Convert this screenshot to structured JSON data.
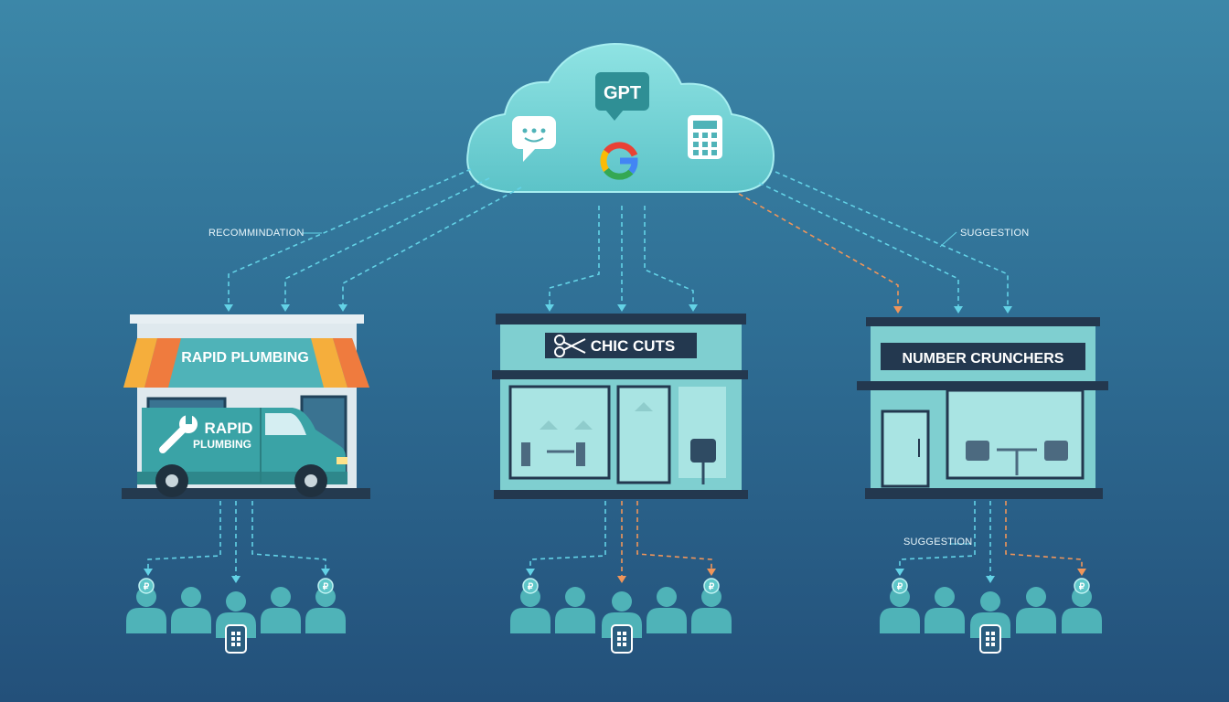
{
  "cloud": {
    "gpt_label": "GPT",
    "icons": [
      "chat-bubble-icon",
      "gpt-icon",
      "google-icon",
      "calculator-icon"
    ]
  },
  "annotations": {
    "recommendation": "RECOMMINDATION",
    "suggestion_top": "SUGGESTION",
    "suggestion_bottom": "SUGGESTION"
  },
  "businesses": [
    {
      "id": "plumbing",
      "sign": "RAPID PLUMBING",
      "van_line1": "RAPID",
      "van_line2": "PLUMBING"
    },
    {
      "id": "salon",
      "sign": "CHIC CUTS"
    },
    {
      "id": "accounting",
      "sign": "NUMBER CRUNCHERS"
    }
  ],
  "colors": {
    "connector_blue": "#63d2e6",
    "connector_orange": "#f0955a",
    "person": "#4fb3b8",
    "building_teal": "#7fcfd0",
    "sign_dark": "#23384f",
    "awning_orange": "#f08a3c"
  }
}
